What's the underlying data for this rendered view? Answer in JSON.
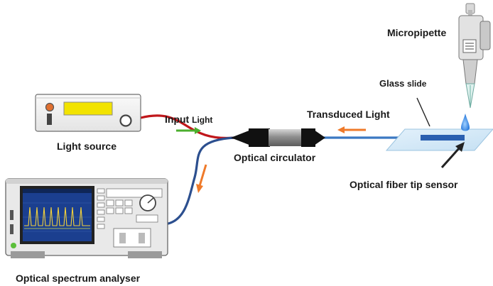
{
  "labels": {
    "micropipette": "Micropipette",
    "glass_slide_main": "Glass",
    "glass_slide_sub": "slide",
    "input_light_main": "Input",
    "input_light_sub": "Light",
    "transduced_light": "Transduced Light",
    "light_source": "Light source",
    "optical_circulator": "Optical circulator",
    "fiber_tip_sensor": "Optical fiber tip sensor",
    "spectrum_analyser": "Optical spectrum analyser"
  },
  "colors": {
    "input_fiber": "#c0171b",
    "output_fiber": "#2c4f8f",
    "sensor_fiber": "#3a78c2",
    "input_arrow": "#4caf2e",
    "transduced_arrow": "#ef7a2a",
    "droplet": "#2a7de1",
    "display_yellow": "#f2e300",
    "screen_blue": "#1b3f8f"
  }
}
